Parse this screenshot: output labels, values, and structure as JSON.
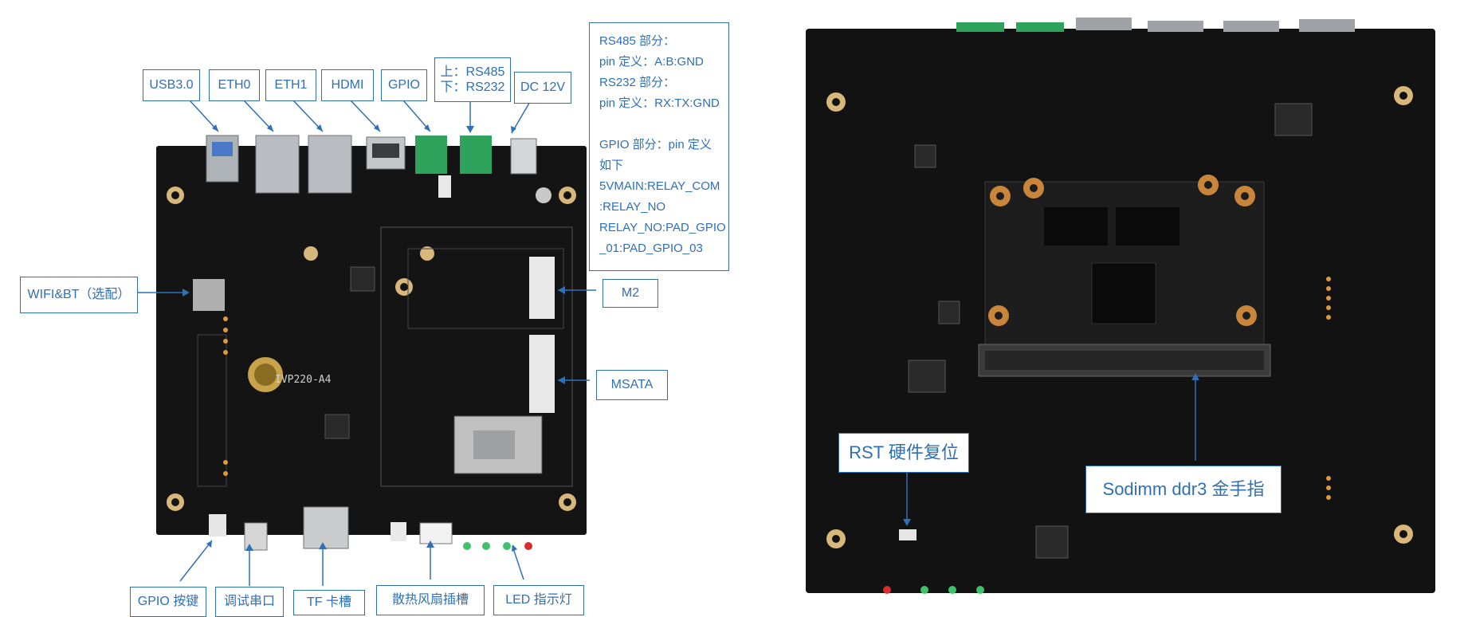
{
  "board_left": {
    "silkscreen_model": "IVP220-A4",
    "labels": {
      "usb": "USB3.0",
      "eth0": "ETH0",
      "eth1": "ETH1",
      "hdmi": "HDMI",
      "gpio": "GPIO",
      "serial_top": "上：RS485",
      "serial_bottom": "下：RS232",
      "dc": "DC 12V",
      "wifi": "WIFI&BT（选配）",
      "m2": "M2",
      "msata": "MSATA",
      "gpio_key": "GPIO 按键",
      "debug_serial": "调试串口",
      "tf": "TF 卡槽",
      "fan": "散热风扇插槽",
      "led": "LED 指示灯"
    },
    "pin_note": [
      "RS485 部分：",
      "pin 定义：A:B:GND",
      "RS232  部分：",
      "pin 定义：RX:TX:GND",
      "",
      "GPIO 部分：pin 定义",
      "如下",
      "5VMAIN:RELAY_COM",
      ":RELAY_NO",
      "RELAY_NO:PAD_GPIO",
      "_01:PAD_GPIO_03"
    ]
  },
  "board_right": {
    "labels": {
      "rst": "RST 硬件复位",
      "sodimm": "Sodimm ddr3  金手指"
    }
  },
  "colors": {
    "accent": "#2f6fb5",
    "pcb": "#141414",
    "connector_green": "#2fa35c",
    "gold": "#c9863a"
  }
}
